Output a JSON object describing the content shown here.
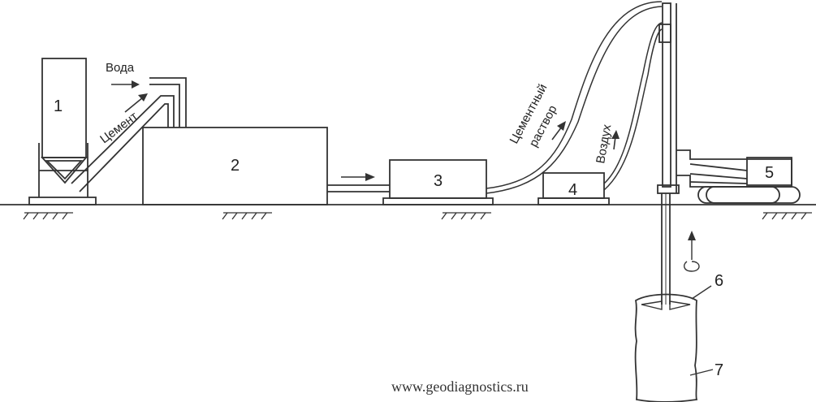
{
  "components": {
    "silo": "1",
    "mixer": "2",
    "pump": "3",
    "compressor": "4",
    "drill_rig": "5",
    "monitor": "6",
    "soilcrete_column": "7"
  },
  "labels": {
    "water": "Вода",
    "cement": "Цемент",
    "grout_line1": "Цементный",
    "grout_line2": "раствор",
    "air": "Воздух"
  },
  "watermark": "www.geodiagnostics.ru"
}
